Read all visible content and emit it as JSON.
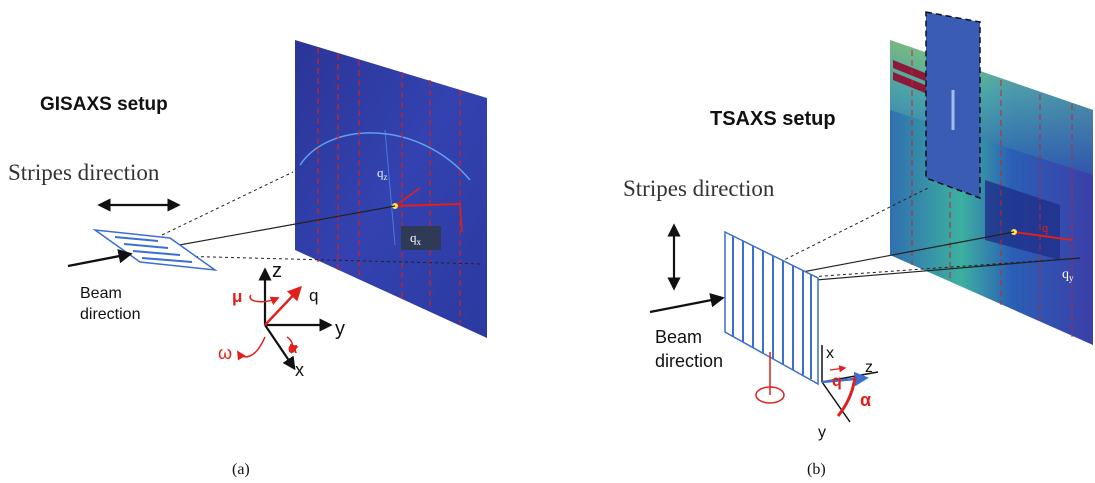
{
  "panel_a": {
    "title": "GISAXS setup",
    "stripes_label": "Stripes direction",
    "beam_label_line1": "Beam",
    "beam_label_line2": "direction",
    "detector_labels": {
      "qz": "q",
      "qz_sub": "z",
      "qx": "q",
      "qx_sub": "x"
    },
    "axes": {
      "z": "z",
      "y": "y",
      "x": "x",
      "q": "q",
      "mu": "μ",
      "omega": "ω",
      "alpha": "α"
    },
    "caption": "(a)"
  },
  "panel_b": {
    "title": "TSAXS setup",
    "stripes_label": "Stripes direction",
    "beam_label_line1": "Beam",
    "beam_label_line2": "direction",
    "detector_labels": {
      "q": "q",
      "qy": "q",
      "qy_sub": "y"
    },
    "axes": {
      "x": "x",
      "z": "z",
      "y": "y",
      "q": "q",
      "alpha": "α"
    },
    "caption": "(b)"
  },
  "colors": {
    "detector_dark": "#2b3aa8",
    "detector_mid": "#3f5fd0",
    "accent_red": "#e0201c",
    "stripe_blue": "#3b6fd1",
    "text": "#111111"
  }
}
